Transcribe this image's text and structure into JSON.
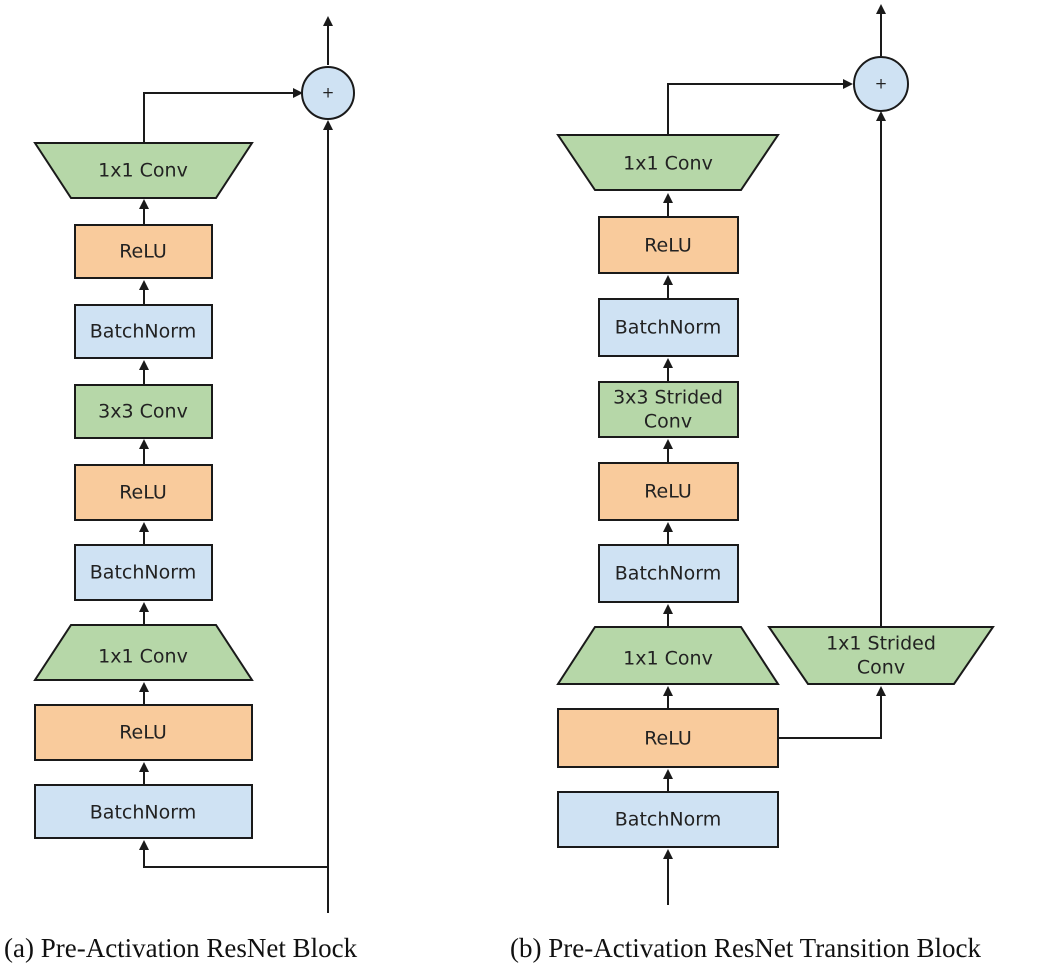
{
  "panel_a": {
    "caption": "(a) Pre-Activation ResNet Block",
    "sum_label": "+",
    "nodes": [
      {
        "label": "1x1 Conv",
        "color": "green"
      },
      {
        "label": "ReLU",
        "color": "orange"
      },
      {
        "label": "BatchNorm",
        "color": "blue"
      },
      {
        "label": "3x3 Conv",
        "color": "green"
      },
      {
        "label": "ReLU",
        "color": "orange"
      },
      {
        "label": "BatchNorm",
        "color": "blue"
      },
      {
        "label": "1x1 Conv",
        "color": "green"
      },
      {
        "label": "ReLU",
        "color": "orange"
      },
      {
        "label": "BatchNorm",
        "color": "blue"
      }
    ]
  },
  "panel_b": {
    "caption": "(b) Pre-Activation ResNet Transition Block",
    "sum_label": "+",
    "nodes": [
      {
        "label": "1x1 Conv",
        "color": "green"
      },
      {
        "label": "ReLU",
        "color": "orange"
      },
      {
        "label": "BatchNorm",
        "color": "blue"
      },
      {
        "label_line1": "3x3 Strided",
        "label_line2": "Conv",
        "color": "green"
      },
      {
        "label": "ReLU",
        "color": "orange"
      },
      {
        "label": "BatchNorm",
        "color": "blue"
      },
      {
        "label": "1x1 Conv",
        "color": "green"
      },
      {
        "label": "ReLU",
        "color": "orange"
      },
      {
        "label": "BatchNorm",
        "color": "blue"
      }
    ],
    "shortcut": {
      "label_line1": "1x1 Strided",
      "label_line2": "Conv",
      "color": "green"
    }
  },
  "colors": {
    "green": "#b6d7a8",
    "orange": "#f9cb9c",
    "blue": "#cfe2f3",
    "stroke": "#1a1a1a"
  }
}
